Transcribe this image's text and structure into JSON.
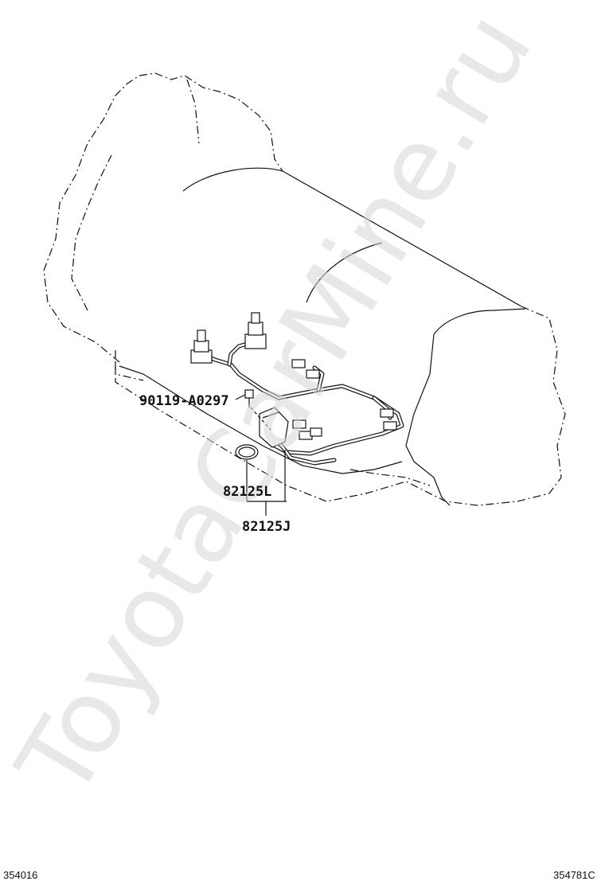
{
  "watermark": "ToyotaCarMine.ru",
  "callouts": {
    "bolt": "90119-A0297",
    "ring": "82125L",
    "harness": "82125J"
  },
  "footer": {
    "left_code": "354016",
    "right_code": "354781C"
  }
}
